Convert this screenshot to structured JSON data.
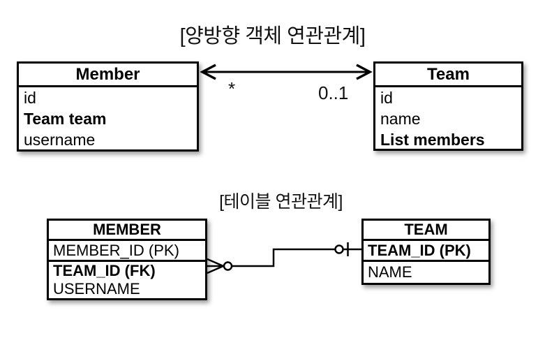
{
  "object_diagram": {
    "title": "[양방향 객체 연관관계]",
    "member_class": {
      "title": "Member",
      "fields": [
        "id",
        "Team team",
        "username"
      ]
    },
    "team_class": {
      "title": "Team",
      "fields": [
        "id",
        "name",
        "List members"
      ]
    },
    "association": {
      "type": "bidirectional-arrow",
      "left_multiplicity": "*",
      "right_multiplicity": "0..1"
    }
  },
  "table_diagram": {
    "title": "[테이블 연관관계]",
    "member_table": {
      "title": "MEMBER",
      "pk_row": "MEMBER_ID (PK)",
      "fk_row": "TEAM_ID (FK)",
      "column_row": "USERNAME"
    },
    "team_table": {
      "title": "TEAM",
      "pk_row": "TEAM_ID (PK)",
      "column_row": "NAME"
    },
    "relationship": {
      "member_end": "many-optional-crows-foot",
      "team_end": "zero-or-one"
    }
  },
  "colors": {
    "line": "#000000",
    "fill": "#ffffff",
    "text": "#000000"
  }
}
